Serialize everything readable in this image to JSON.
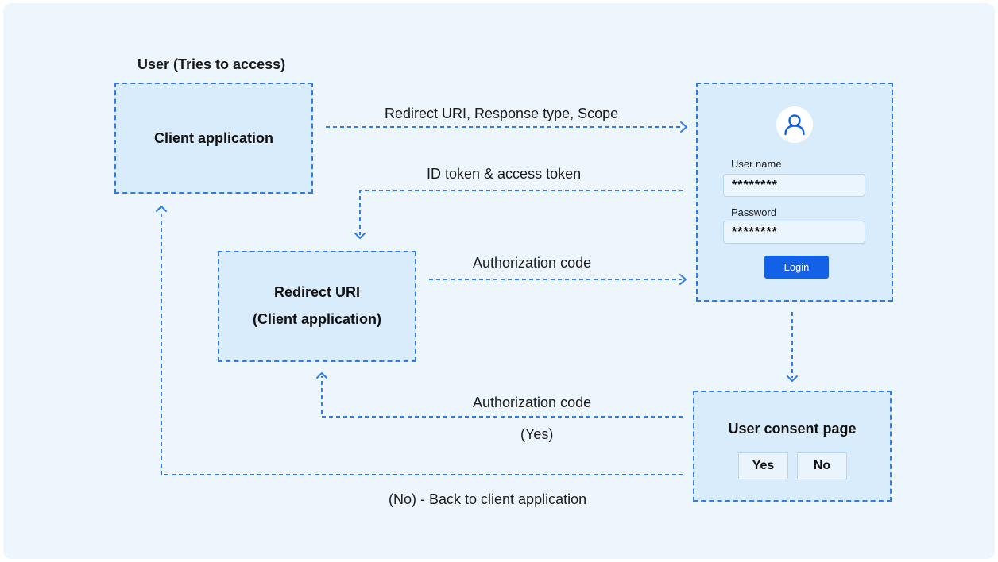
{
  "user_label": "User (Tries to access)",
  "nodes": {
    "client_app": {
      "title": "Client application"
    },
    "redirect_uri": {
      "title_line1": "Redirect URI",
      "title_line2": "(Client application)"
    },
    "login_page": {
      "username_label": "User name",
      "username_value": "********",
      "password_label": "Password",
      "password_value": "********",
      "login_label": "Login",
      "avatar_icon": "user-icon"
    },
    "consent_page": {
      "title": "User consent page",
      "yes_label": "Yes",
      "no_label": "No"
    }
  },
  "edges": {
    "request": "Redirect URI, Response type, Scope",
    "tokens": "ID token & access token",
    "auth_code_to_login": "Authorization code",
    "auth_code_to_redirect": "Authorization code",
    "yes_note": "(Yes)",
    "no_note": "(No) - Back to client application"
  },
  "colors": {
    "accent": "#2f7be8",
    "box_fill": "#d8ecfb",
    "background": "#edf6fd",
    "button": "#1261e6"
  }
}
